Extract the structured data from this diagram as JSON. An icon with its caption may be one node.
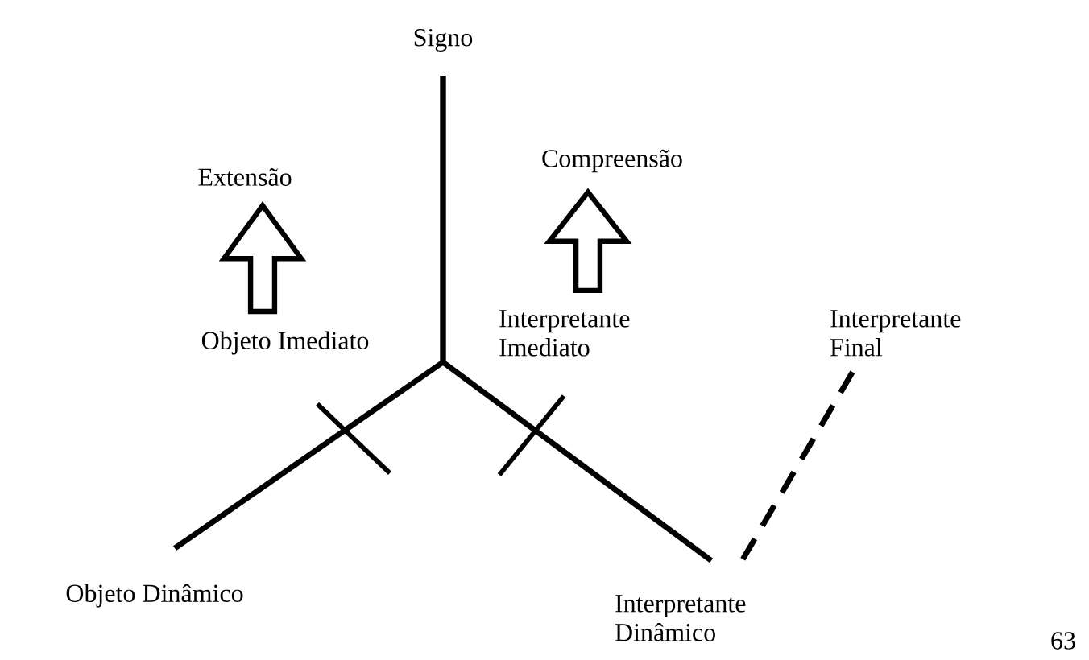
{
  "diagram": {
    "nodes": [
      {
        "text": [
          "Signo"
        ]
      },
      {
        "text": [
          "Extensão"
        ]
      },
      {
        "text": [
          "Compreensão"
        ]
      },
      {
        "text": [
          "Objeto Imediato"
        ]
      },
      {
        "text": [
          "Interpretante Imediato"
        ]
      },
      {
        "text": [
          "Interpretante Final"
        ]
      },
      {
        "text": [
          "Objeto Dinâmico"
        ]
      },
      {
        "text": [
          "Interpretante Dinâmico"
        ]
      }
    ],
    "edges": [
      {
        "from": 0,
        "to": 6,
        "arrow": "none"
      },
      {
        "from": 0,
        "to": 7,
        "arrow": "none"
      },
      {
        "from": 7,
        "to": 5,
        "arrow": "none",
        "style": "dashed"
      },
      {
        "from": 3,
        "to": 1,
        "arrow": "to"
      },
      {
        "from": 4,
        "to": 2,
        "arrow": "to"
      }
    ],
    "labels": [
      "63"
    ]
  }
}
